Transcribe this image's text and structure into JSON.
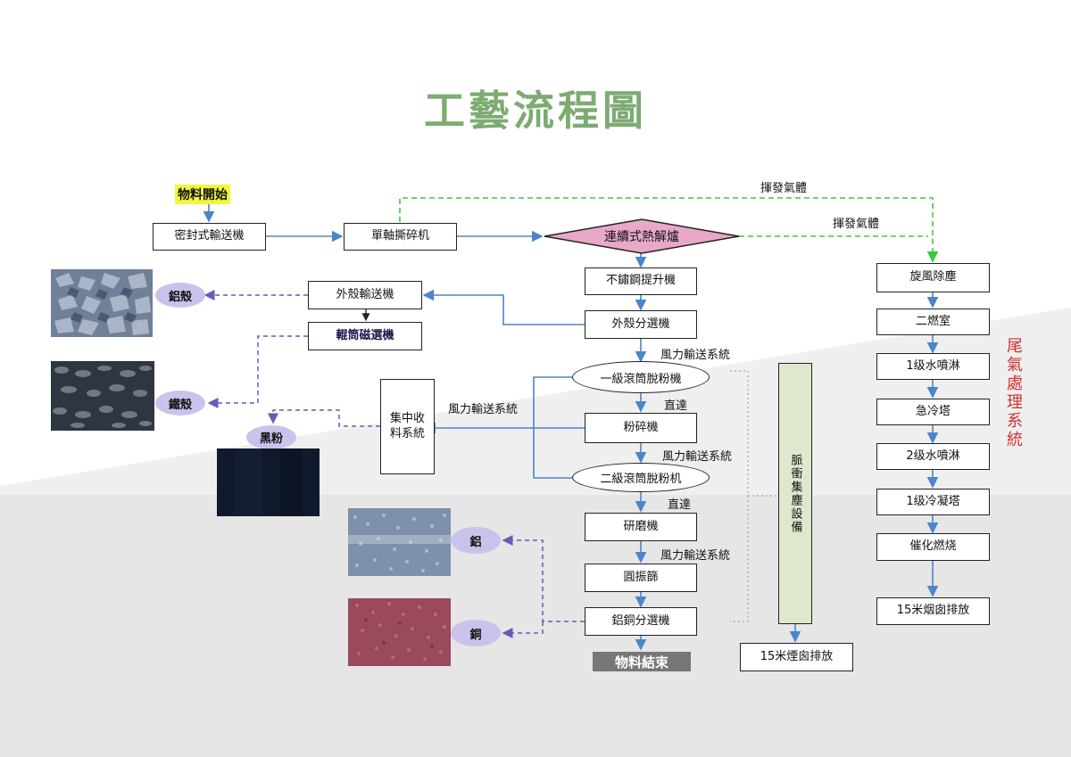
{
  "title": "工藝流程圖",
  "start_label": "物料開始",
  "end_label": "物料結束",
  "nodes": {
    "sealed_conveyor": "密封式輸送機",
    "single_shaft_shredder": "單軸撕碎机",
    "pyrolysis_furnace": "連續式熱解爐",
    "stainless_elevator": "不鏽鋼提升機",
    "shell_separator": "外殼分選機",
    "shell_conveyor": "外殼輸送機",
    "drum_magnetic_separator": "輥筒磁選機",
    "primary_drum_deduster": "一級滾筒脫粉機",
    "crusher": "粉碎機",
    "secondary_drum_deduster": "二級滾筒脫粉机",
    "grinder": "研磨機",
    "circular_sieve": "圓振篩",
    "al_cu_separator": "鋁銅分選機",
    "central_collection": "集中收料系統",
    "pulse_dust_collector": "脈衝集塵設備",
    "chimney_left": "15米煙囪排放",
    "cyclone": "旋風除塵",
    "secondary_combustion": "二燃室",
    "water_spray_1": "1级水噴淋",
    "quench_tower": "急冷塔",
    "water_spray_2": "2级水噴淋",
    "condensing_tower": "1级冷凝塔",
    "catalytic_combustion": "催化燃烧",
    "chimney_right": "15米烟囱排放"
  },
  "outputs": {
    "aluminum_shell": "鋁殼",
    "iron_shell": "鐵殼",
    "black_powder": "黑粉",
    "aluminum": "鋁",
    "copper": "銅"
  },
  "labels": {
    "volatile_gas_top": "揮發氣體",
    "volatile_gas_right": "揮發氣體",
    "pneumatic_1": "風力輸送系統",
    "direct_1": "直達",
    "pneumatic_2": "風力輸送系統",
    "direct_2": "直達",
    "pneumatic_3": "風力輸送系統",
    "pneumatic_left": "風力輸送系統"
  },
  "side_title": "尾氣處理系統",
  "colors": {
    "title": "#7dab72",
    "arrow_blue": "#4a86c8",
    "gas_green": "#3ec83e",
    "dash_purple": "#6a5ab8",
    "bubble": "#c9c3ec",
    "furnace": "#e8a8c8",
    "side_title": "#d03030"
  }
}
